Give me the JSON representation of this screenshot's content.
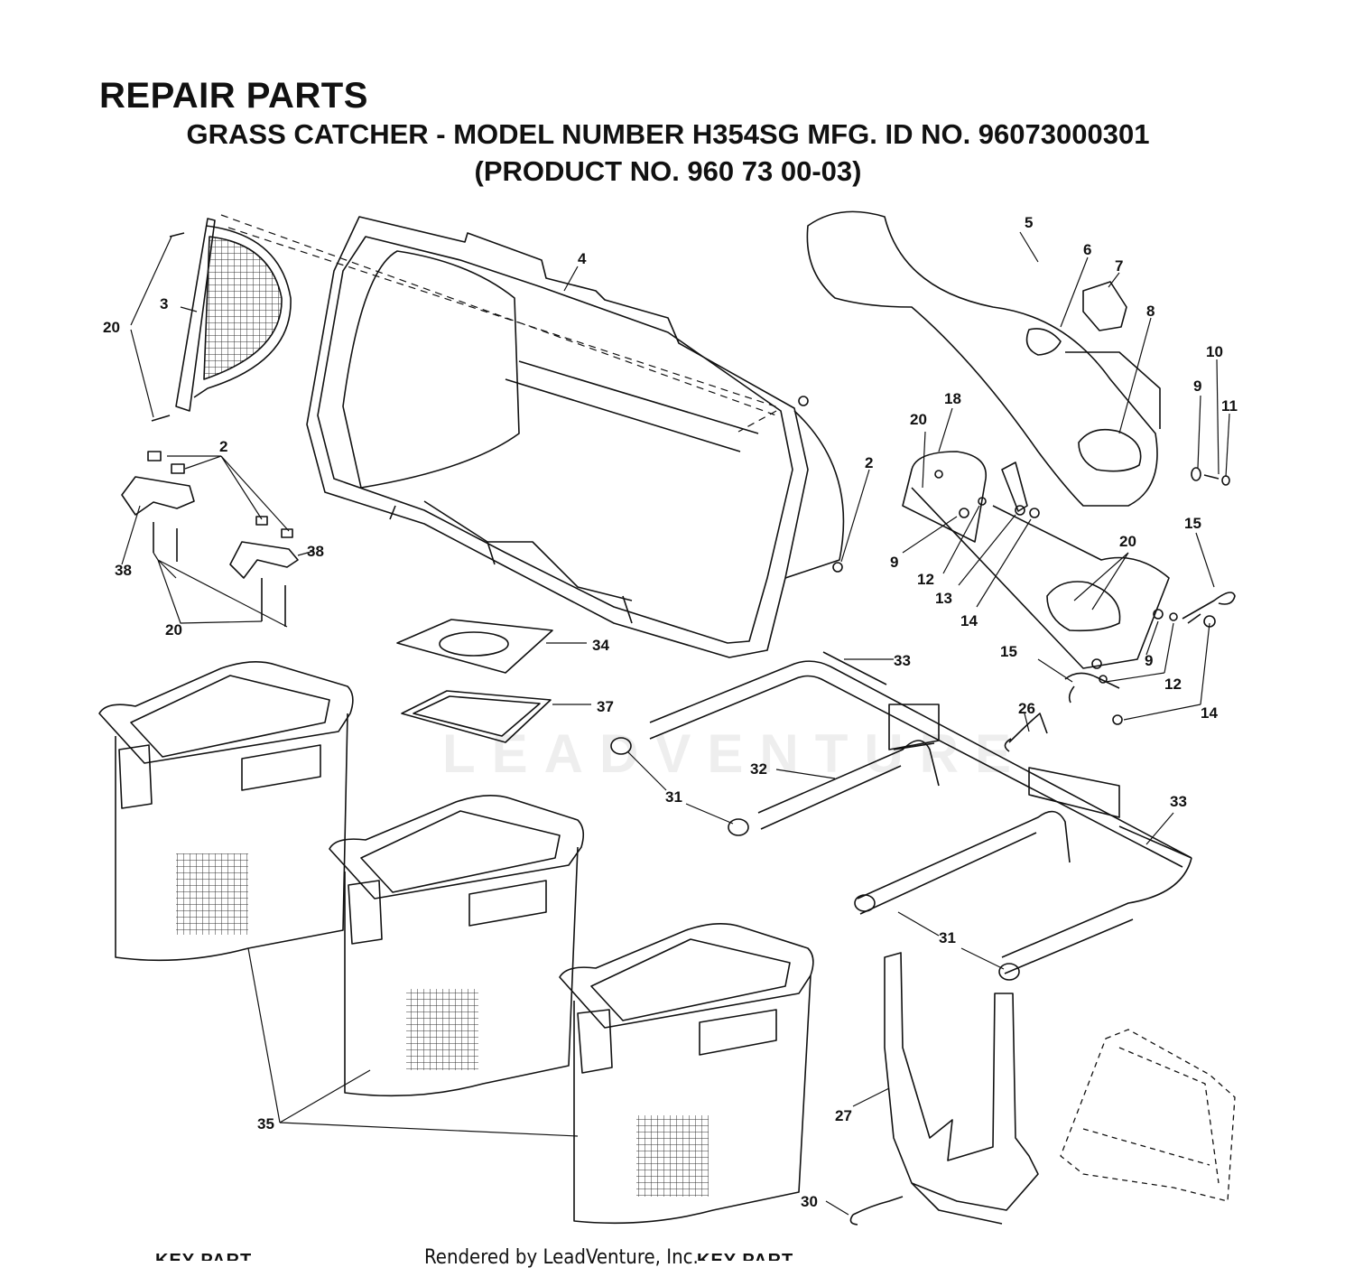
{
  "header": {
    "title": "REPAIR PARTS",
    "subtitle_line1": "GRASS CATCHER - MODEL NUMBER H354SG MFG. ID NO. 96073000301",
    "subtitle_line2": "(PRODUCT NO. 960 73 00-03)"
  },
  "watermark": "LEADVENTURE",
  "callouts": {
    "c2a": "2",
    "c2b": "2",
    "c3": "3",
    "c4": "4",
    "c5": "5",
    "c6": "6",
    "c7": "7",
    "c8": "8",
    "c9a": "9",
    "c9b": "9",
    "c9c": "9",
    "c10": "10",
    "c11": "11",
    "c12a": "12",
    "c12b": "12",
    "c13": "13",
    "c14a": "14",
    "c14b": "14",
    "c15a": "15",
    "c15b": "15",
    "c18": "18",
    "c20a": "20",
    "c20b": "20",
    "c20c": "20",
    "c20d": "20",
    "c26": "26",
    "c27": "27",
    "c30": "30",
    "c31a": "31",
    "c31b": "31",
    "c32": "32",
    "c33a": "33",
    "c33b": "33",
    "c34": "34",
    "c35": "35",
    "c37": "37",
    "c38a": "38",
    "c38b": "38"
  },
  "table_header": {
    "left": "KEY PART",
    "right": "KEY PART"
  },
  "footer": {
    "rendered_by": "Rendered by LeadVenture, Inc."
  }
}
